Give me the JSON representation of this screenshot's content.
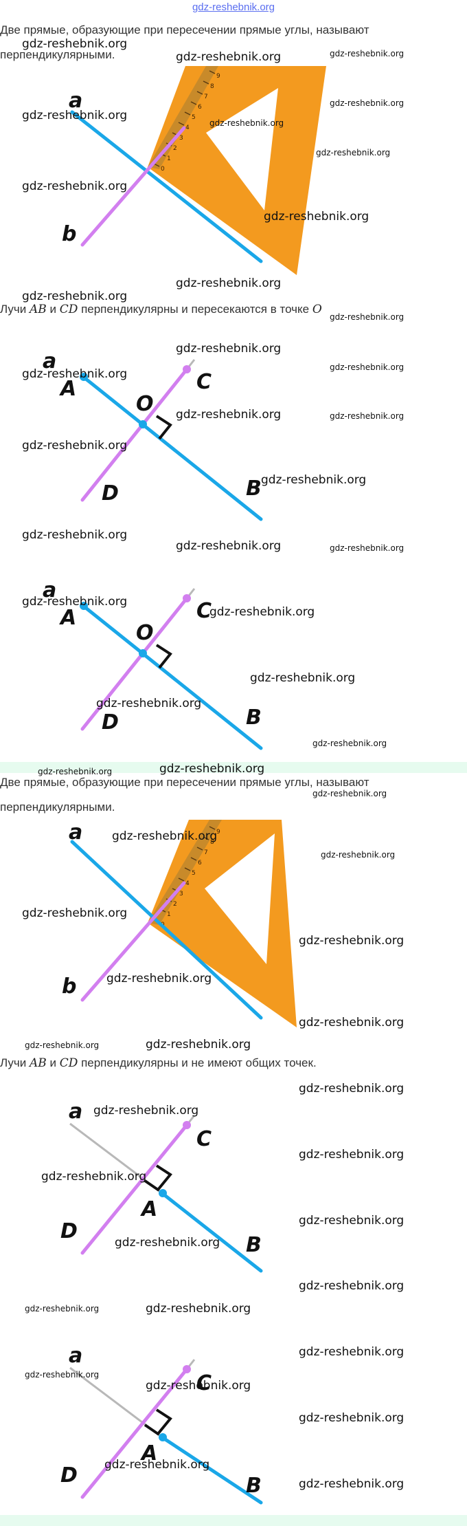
{
  "site": {
    "title": "gdz-reshebnik.org"
  },
  "watermark": "gdz-reshebnik.org",
  "text": {
    "definition_line1": "Две прямые, образующие при пересечении прямые углы, называют",
    "definition_line2": "перпендикулярными.",
    "rays_intersect_prefix": "Лучи",
    "ray_ab": "AB",
    "conj": "и",
    "ray_cd": "CD",
    "rays_intersect_suffix": "перпендикулярны и пересекаются в точке",
    "point_o": "O",
    "rays_no_common_suffix": "перпендикулярны и не имеют общих точек."
  },
  "labels": {
    "a": "a",
    "b": "b",
    "A": "A",
    "B": "B",
    "C": "C",
    "D": "D",
    "O": "O"
  },
  "ruler_ticks": [
    "0",
    "1",
    "2",
    "3",
    "4",
    "5",
    "6",
    "7",
    "8",
    "9"
  ],
  "colors": {
    "blue_line": "#1aa7e8",
    "violet_line": "#d27fef",
    "gray_line": "#b8b8b8",
    "triangle": "#f39a1f",
    "ruler": "#c88a2a",
    "separator": "#e6fbef",
    "link": "#5a6ef0"
  }
}
